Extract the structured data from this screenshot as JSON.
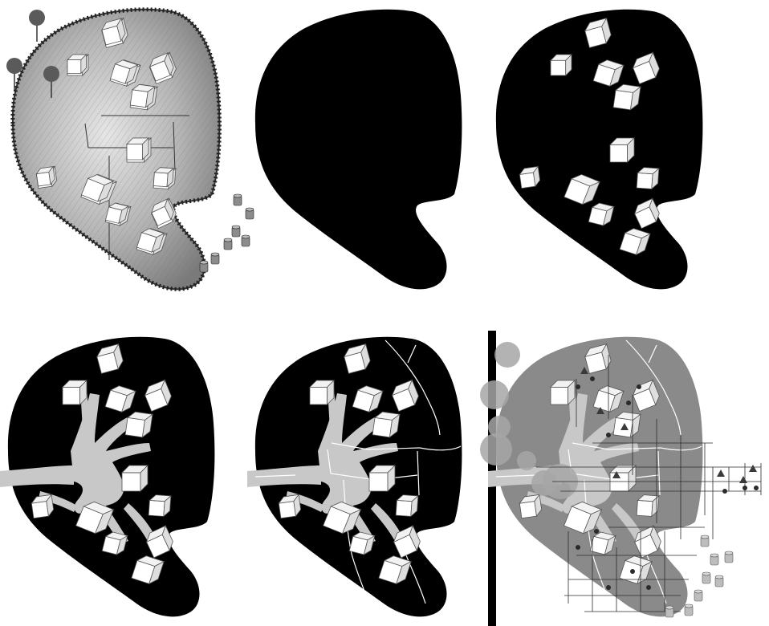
{
  "panels": [
    {
      "name": "panel-site-drawing",
      "kind": "site-drawing",
      "col": 0,
      "row": 0,
      "cubes": "all",
      "paths": false,
      "fences": false,
      "overlay": false
    },
    {
      "name": "panel-site-mass",
      "kind": "mass",
      "col": 1,
      "row": 0,
      "cubes": "none",
      "paths": false,
      "fences": false,
      "overlay": false
    },
    {
      "name": "panel-units",
      "kind": "mass",
      "col": 2,
      "row": 0,
      "cubes": "all",
      "paths": false,
      "fences": false,
      "overlay": false
    },
    {
      "name": "panel-circulation",
      "kind": "mass",
      "col": 0,
      "row": 1,
      "cubes": "lower",
      "paths": true,
      "fences": false,
      "overlay": false
    },
    {
      "name": "panel-boundaries",
      "kind": "mass",
      "col": 1,
      "row": 1,
      "cubes": "lower",
      "paths": true,
      "fences": true,
      "overlay": false
    },
    {
      "name": "panel-network-overlay",
      "kind": "overlay",
      "col": 2,
      "row": 1,
      "cubes": "lower",
      "paths": true,
      "fences": true,
      "overlay": true
    }
  ],
  "colors": {
    "mass": "#000000",
    "cube_fill": "#ffffff",
    "cube_edge": "#555555",
    "path": "#c8c8c8",
    "fence": "#ffffff",
    "overlay_mass": "#8a8a8a",
    "overlay_disc": "#a6a6a6",
    "drawing_ground": "#9a9a9a",
    "drawing_line": "#303030"
  },
  "icons": [
    "tree-icon",
    "barrel-icon",
    "circle-node-icon",
    "triangle-node-icon"
  ]
}
